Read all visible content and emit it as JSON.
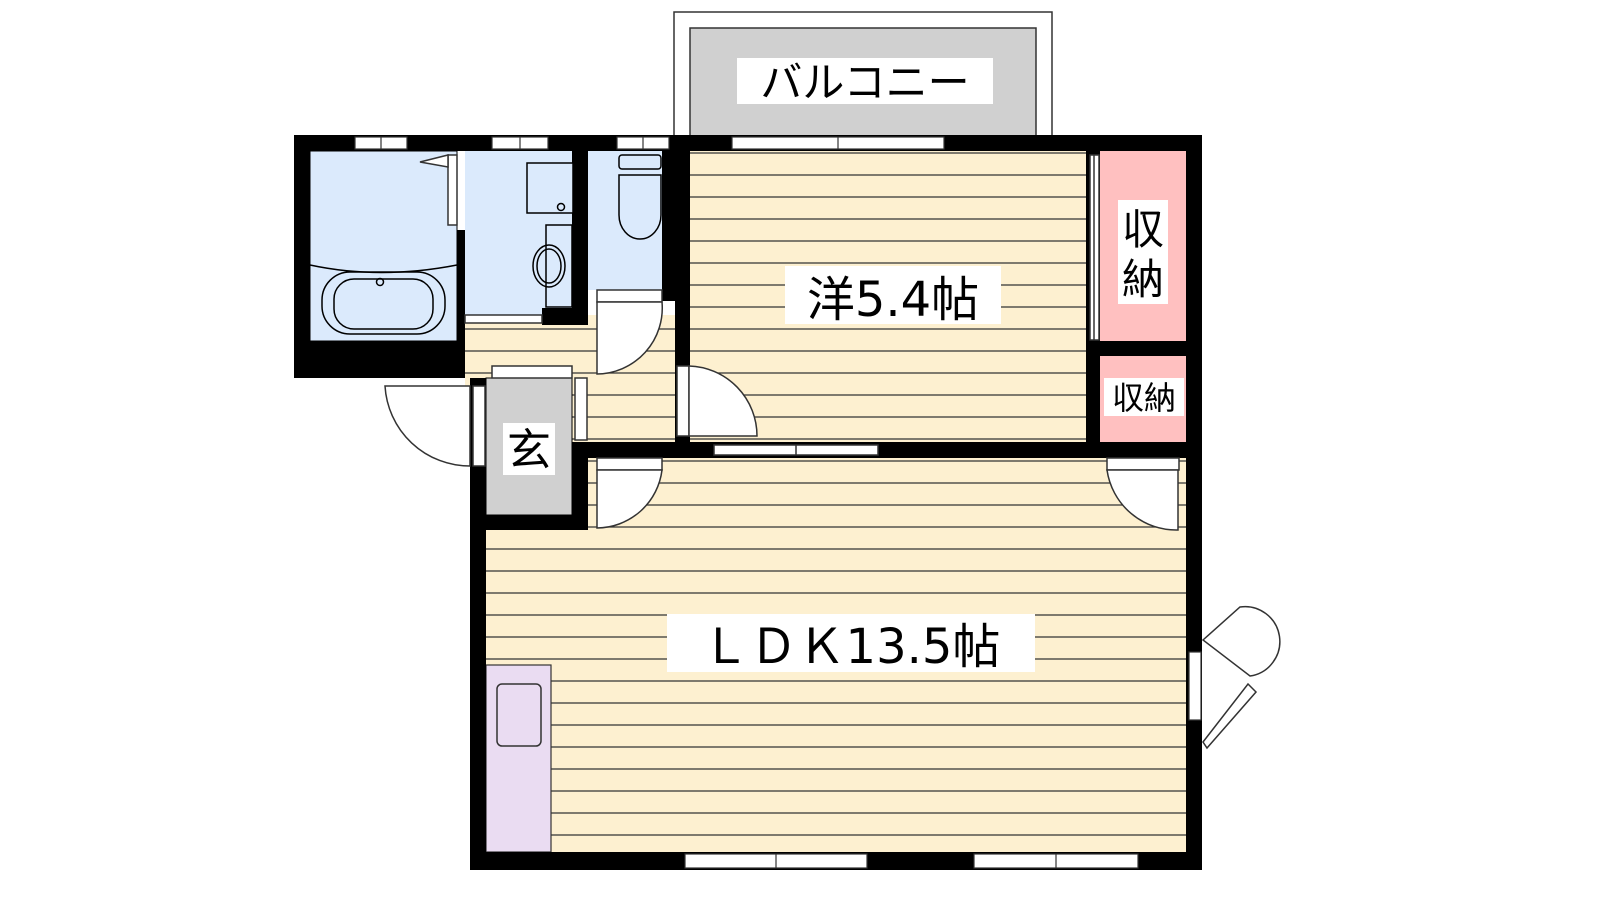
{
  "labels": {
    "balcony": "バルコニー",
    "western_room": "洋5.4帖",
    "ldk": "ＬＤＫ13.5帖",
    "closet_large_line1": "収",
    "closet_large_line2": "納",
    "closet_small": "収納",
    "entrance": "玄"
  },
  "colors": {
    "floor": "#fdf0d0",
    "wet_area": "#dbeafc",
    "closet": "#ffc0c0",
    "entrance": "#d0d0d0",
    "balcony": "#d0d0d0",
    "kitchen": "#eadcf2",
    "wall": "#000000"
  }
}
